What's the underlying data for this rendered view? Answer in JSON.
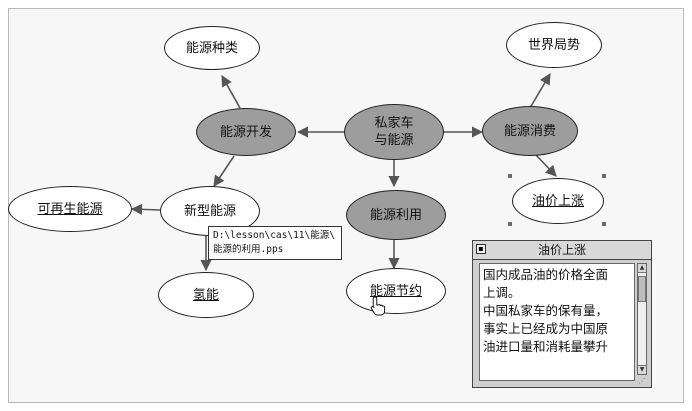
{
  "mindmap": {
    "center": {
      "label": "私家车\n与能源"
    },
    "develop": {
      "label": "能源开发"
    },
    "types": {
      "label": "能源种类"
    },
    "consume": {
      "label": "能源消费"
    },
    "world": {
      "label": "世界局势"
    },
    "oil_price": {
      "label": "油价上涨"
    },
    "newenergy": {
      "label": "新型能源"
    },
    "renewable": {
      "label": "可再生能源"
    },
    "hydrogen": {
      "label": "氢能"
    },
    "usage": {
      "label": "能源利用"
    },
    "saving": {
      "label": "能源节约"
    }
  },
  "tooltip": {
    "line1": "D:\\lesson\\cas\\11\\能源\\",
    "line2": "能源的利用.pps"
  },
  "note": {
    "title": "油价上涨",
    "close_glyph": "▪",
    "lines": [
      "国内成品油的价格全面",
      "上调。",
      "中国私家车的保有量，",
      "事实上已经成为中国原",
      "油进口量和消耗量攀升"
    ],
    "scroll_up": "▲",
    "scroll_down": "▼",
    "grip": "⋰"
  },
  "colors": {
    "node_gray": "#9d9d9d",
    "node_white": "#ffffff",
    "edge": "#555555"
  }
}
